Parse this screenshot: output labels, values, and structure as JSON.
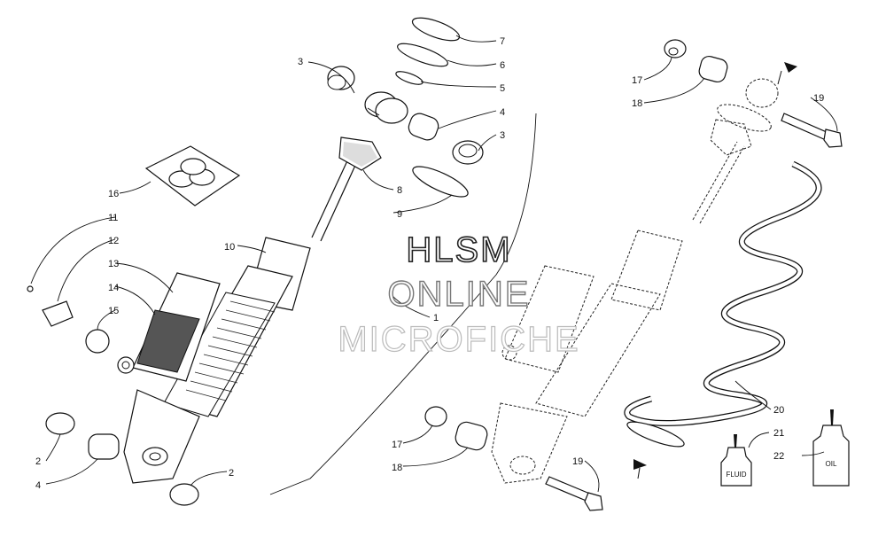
{
  "watermark": {
    "line1": "HLSM",
    "line2": "ONLINE",
    "line3": "MICROFICHE"
  },
  "bottle_labels": {
    "fluid": "FLUID",
    "oil": "OIL"
  },
  "callouts": {
    "c7": "7",
    "c6": "6",
    "c5": "5",
    "c4a": "4",
    "c3a": "3",
    "c3b": "3",
    "c8": "8",
    "c9": "9",
    "c16": "16",
    "c11": "11",
    "c12": "12",
    "c10": "10",
    "c13": "13",
    "c14": "14",
    "c15": "15",
    "c1": "1",
    "c2a": "2",
    "c4b": "4",
    "c2b": "2",
    "c17a": "17",
    "c18a": "18",
    "c19a": "19",
    "c20": "20",
    "c21": "21",
    "c22": "22",
    "c17b": "17",
    "c18b": "18",
    "c19b": "19"
  }
}
